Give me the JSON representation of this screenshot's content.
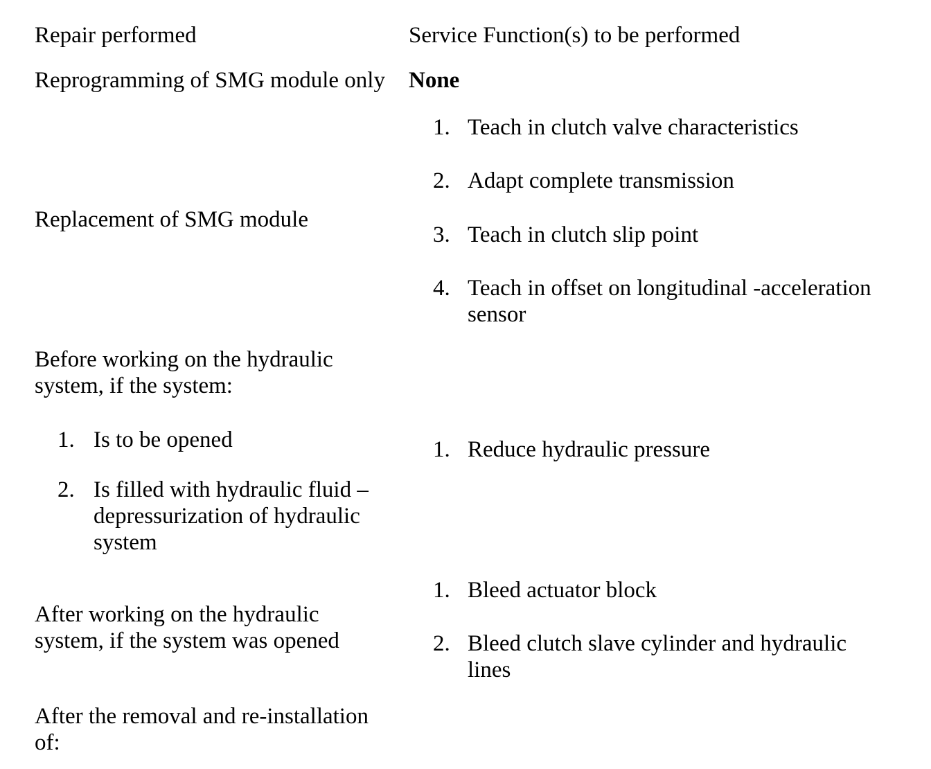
{
  "page": {
    "background_color": "#ffffff",
    "text_color": "#000000"
  },
  "table": {
    "header": {
      "left": "Repair performed",
      "right": "Service Function(s) to be performed"
    },
    "rows": [
      {
        "repair": "Reprogramming of SMG module only",
        "service": "None"
      },
      {
        "repair": "Replacement of SMG module",
        "service_items": [
          {
            "num": "1.",
            "text": "Teach in clutch valve characteristics"
          },
          {
            "num": "2.",
            "text": "Adapt complete transmission"
          },
          {
            "num": "3.",
            "text": "Teach in clutch slip point"
          },
          {
            "num": "4.",
            "text": "Teach in offset on longitudinal -acceleration sensor"
          }
        ]
      },
      {
        "repair_intro": "Before working on the hydraulic system, if the system:",
        "repair_items": [
          {
            "num": "1.",
            "text": "Is to be opened"
          },
          {
            "num": "2.",
            "text": "Is filled with hydraulic fluid – depressurization of hydraulic system"
          }
        ],
        "service_items": [
          {
            "num": "1.",
            "text": "Reduce hydraulic pressure"
          }
        ]
      },
      {
        "repair": "After working on the hydraulic system, if the system was opened",
        "service_items": [
          {
            "num": "1.",
            "text": "Bleed actuator block"
          },
          {
            "num": "2.",
            "text": "Bleed clutch slave cylinder and hydraulic lines"
          }
        ]
      },
      {
        "repair": "After the removal and re-installation of:"
      }
    ]
  }
}
